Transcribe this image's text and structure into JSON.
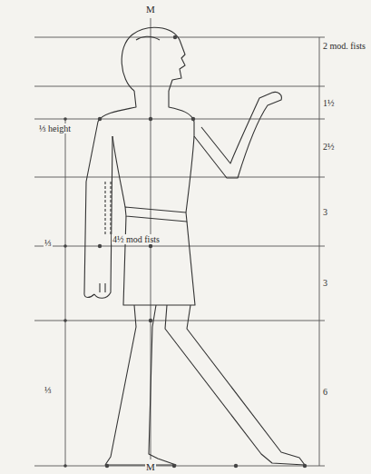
{
  "diagram": {
    "labels": [
      "M",
      "2 mod. fists",
      "⅓ height",
      "1½",
      "2½",
      "3",
      "4½ mod fists",
      "⅓",
      "3",
      "⅓",
      "6",
      "M"
    ]
  }
}
